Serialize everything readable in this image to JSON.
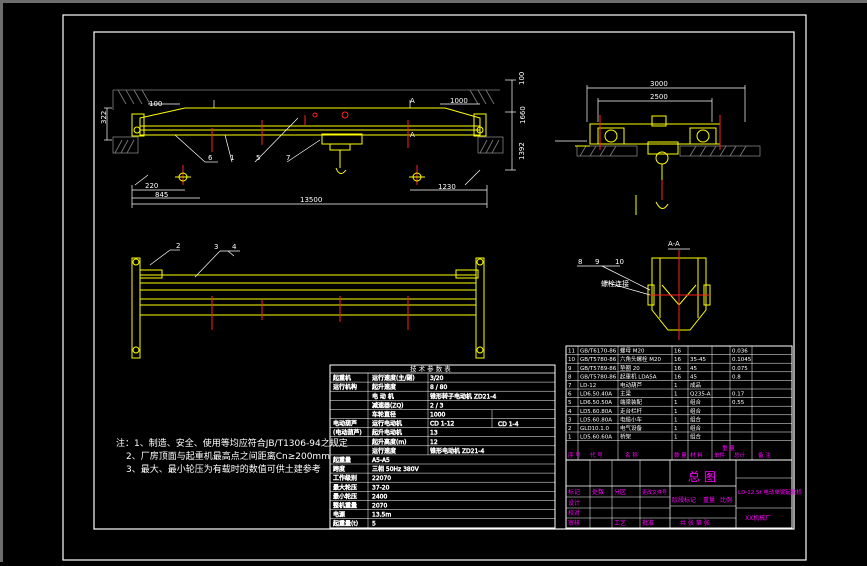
{
  "colors": {
    "background": "#000000",
    "frame": "#ffffff",
    "steel": "#ffff00",
    "dimension": "#ffffff",
    "red_mark": "#ff2020",
    "table_magenta": "#ff00ff",
    "table_line": "#ffffff",
    "ground_hatch": "#808080"
  },
  "dimensions": {
    "top_322": "322",
    "top_100": "100",
    "top_1000": "1000",
    "right_100": "100",
    "right_1660": "1660",
    "right_1392": "1392",
    "bottom_220": "220",
    "bottom_845": "845",
    "bottom_1230": "1230",
    "span_13500": "13500",
    "end_3000": "3000",
    "end_2500": "2500"
  },
  "leaders": {
    "front": [
      "6",
      "1",
      "5",
      "7"
    ],
    "plan": [
      "2",
      "3",
      "4"
    ],
    "section": [
      "8",
      "9",
      "10"
    ]
  },
  "section_labels": {
    "a_top": "A",
    "a_bottom": "A",
    "section_title": "A-A",
    "section_note": "螺栓连接"
  },
  "notes": {
    "line1": "注：1、制造、安全、使用等均应符合JB/T1306-94之规定",
    "line2": "2、厂房顶面与起重机最高点之间距离Cn≥200mm",
    "line3": "3、最大、最小轮压为有载时的数值可供土建参考"
  },
  "spec_table": {
    "title": "技 术 参 数 表",
    "rows": [
      {
        "group": "起重机",
        "item": "运行速度(主/副)",
        "value": "3/20"
      },
      {
        "group": "运行机构",
        "item": "起升速度",
        "value": "8 / 80"
      },
      {
        "group": "",
        "item": "电 动 机",
        "value": "锥形转子电动机 ZD21-4"
      },
      {
        "group": "",
        "item": "减速器(ZQ)",
        "value": "2 / 3"
      },
      {
        "group": "",
        "item": "车轮直径",
        "value": "1000"
      },
      {
        "group": "电动葫芦",
        "item": "运行电动机",
        "value": "CD 1-12"
      },
      {
        "group": "(电动葫芦)",
        "item": "起升电动机",
        "value": "13"
      },
      {
        "group": "",
        "item": "起升高度(m)",
        "value": "12"
      },
      {
        "group": "",
        "item": "运行速度",
        "value": "锥形电动机 ZD21-4"
      },
      {
        "group": "起重量",
        "item": "",
        "value": "A5-A5"
      },
      {
        "group": "跨度",
        "item": "",
        "value": "三相 50Hz 380V"
      },
      {
        "group": "工作级别",
        "item": "",
        "value": "22070"
      },
      {
        "group": "最大轮压",
        "item": "",
        "value": "37-20"
      },
      {
        "group": "最小轮压",
        "item": "",
        "value": "2400"
      },
      {
        "group": "整机重量",
        "item": "",
        "value": "2070"
      },
      {
        "group": "电源",
        "item": "",
        "value": "13.5m"
      },
      {
        "group": "起重量(t)",
        "item": "",
        "value": "5"
      }
    ],
    "extra": "CD 1-4"
  },
  "parts_list": {
    "rows": [
      {
        "no": "11",
        "code": "GB/T6170-86",
        "name": "螺母 M20",
        "qty": "16",
        "material": "",
        "weight": "0.036"
      },
      {
        "no": "10",
        "code": "GB/T5780-86",
        "name": "六角头螺栓 M20",
        "qty": "16",
        "material": "35-45",
        "weight": "0.1045"
      },
      {
        "no": "9",
        "code": "GB/T5789-86",
        "name": "垫圈 20",
        "qty": "16",
        "material": "45",
        "weight": "0.075"
      },
      {
        "no": "8",
        "code": "GB/T5780-86",
        "name": "起重机 LDA5A",
        "qty": "16",
        "material": "45",
        "weight": "0.8"
      },
      {
        "no": "7",
        "code": "LD-12",
        "name": "电动葫芦",
        "qty": "1",
        "material": "成品",
        "weight": ""
      },
      {
        "no": "6",
        "code": "LD6.50.40A",
        "name": "主梁",
        "qty": "1",
        "material": "Q235-A",
        "weight": "0.17"
      },
      {
        "no": "5",
        "code": "LD6.50.50A",
        "name": "端梁装配",
        "qty": "1",
        "material": "组合",
        "weight": "0.55"
      },
      {
        "no": "4",
        "code": "LD5.60.80A",
        "name": "走台栏杆",
        "qty": "1",
        "material": "组合",
        "weight": ""
      },
      {
        "no": "3",
        "code": "LD5.60.80A",
        "name": "电缆小车",
        "qty": "1",
        "material": "组合",
        "weight": ""
      },
      {
        "no": "2",
        "code": "GLD10.1.0",
        "name": "电气设备",
        "qty": "1",
        "material": "组合",
        "weight": ""
      },
      {
        "no": "1",
        "code": "LD5.60.60A",
        "name": "桥架",
        "qty": "1",
        "material": "组合",
        "weight": ""
      }
    ],
    "header": [
      "序 号",
      "代 号",
      "名 称",
      "数 量",
      "材 料",
      "单件",
      "总计",
      "备 注"
    ],
    "weight_header": "重 量"
  },
  "title_block": {
    "drawing_name": "总 图",
    "product": "LD-12.5t 电动单梁起重机",
    "left_rows": [
      "标记",
      "处数",
      "分区",
      "更改文件号",
      "签名",
      "年月日"
    ],
    "role_rows": [
      "设计",
      "校对",
      "审核",
      "工艺",
      "批准"
    ],
    "stage": "阶段标记",
    "weight": "重量",
    "scale": "比例",
    "sheets": "共 张 第 张",
    "company": "XX机械厂"
  }
}
